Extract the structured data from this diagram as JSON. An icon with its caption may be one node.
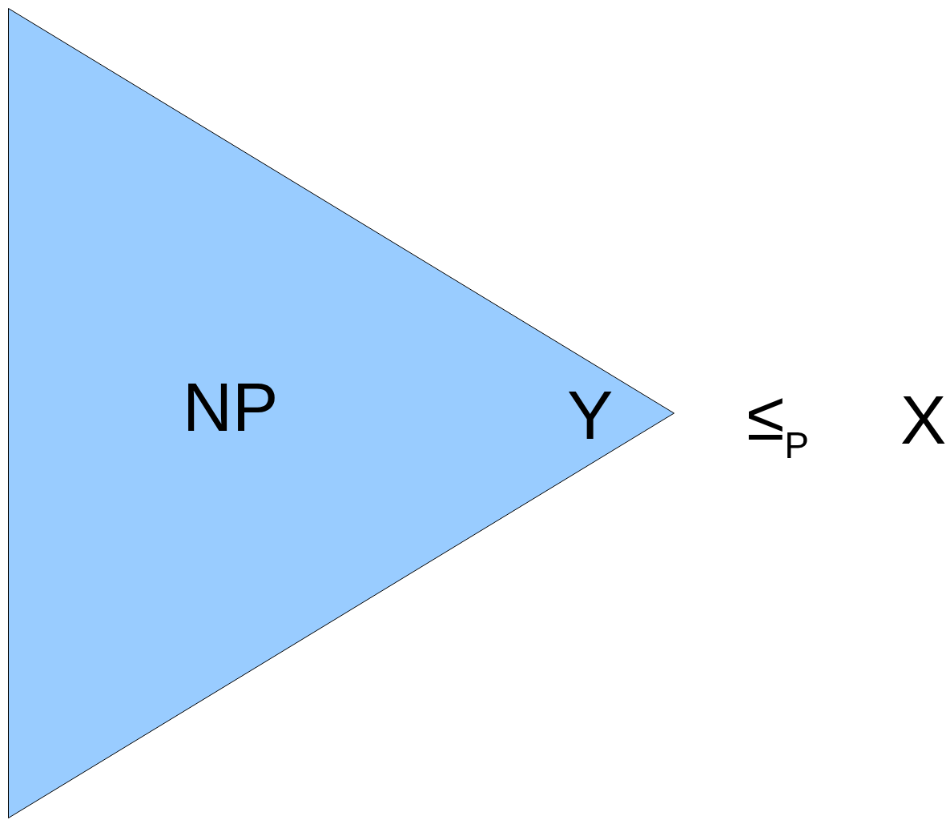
{
  "diagram": {
    "nodes": [
      {
        "text": [
          "NP",
          "Y"
        ]
      }
    ],
    "labels": [
      "≤$_{P}$",
      "X"
    ]
  }
}
